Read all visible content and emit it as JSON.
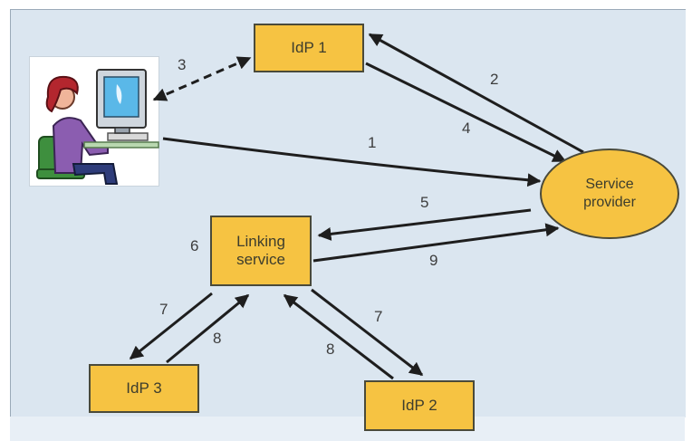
{
  "nodes": {
    "idp1": "IdP 1",
    "idp2": "IdP 2",
    "idp3": "IdP 3",
    "linking_line1": "Linking",
    "linking_line2": "service",
    "sp_line1": "Service",
    "sp_line2": "provider"
  },
  "step_labels": {
    "s1": "1",
    "s2": "2",
    "s3": "3",
    "s4": "4",
    "s5": "5",
    "s6": "6",
    "s7a": "7",
    "s7b": "7",
    "s8a": "8",
    "s8b": "8",
    "s9": "9"
  },
  "colors": {
    "node_fill": "#f6c342",
    "arrow": "#1e1e1e",
    "background": "#dbe6f0"
  },
  "icons": {
    "user": "user-at-computer-icon"
  }
}
